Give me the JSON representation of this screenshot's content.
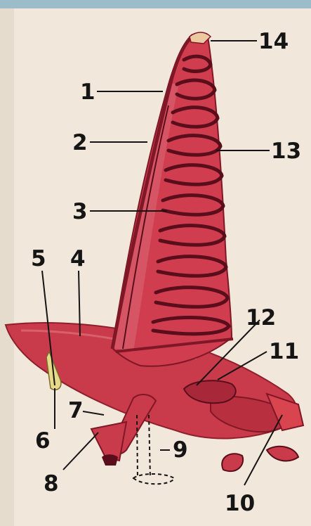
{
  "labels": {
    "l1": "1",
    "l2": "2",
    "l3": "3",
    "l4": "4",
    "l5": "5",
    "l6": "6",
    "l7": "7",
    "l8": "8",
    "l9": "9",
    "l10": "10",
    "l11": "11",
    "l12": "12",
    "l13": "13",
    "l14": "14"
  },
  "colors": {
    "background": "#f1e7da",
    "hull": "#c93a4a",
    "sail": "#cf3d4f",
    "sail_light": "#dd6a76",
    "sail_ribs": "#5a0d1a",
    "mast": "#7f1726",
    "ink": "#151515",
    "top_strip": "#9bbcc8",
    "rudder": "#e6d98a"
  }
}
